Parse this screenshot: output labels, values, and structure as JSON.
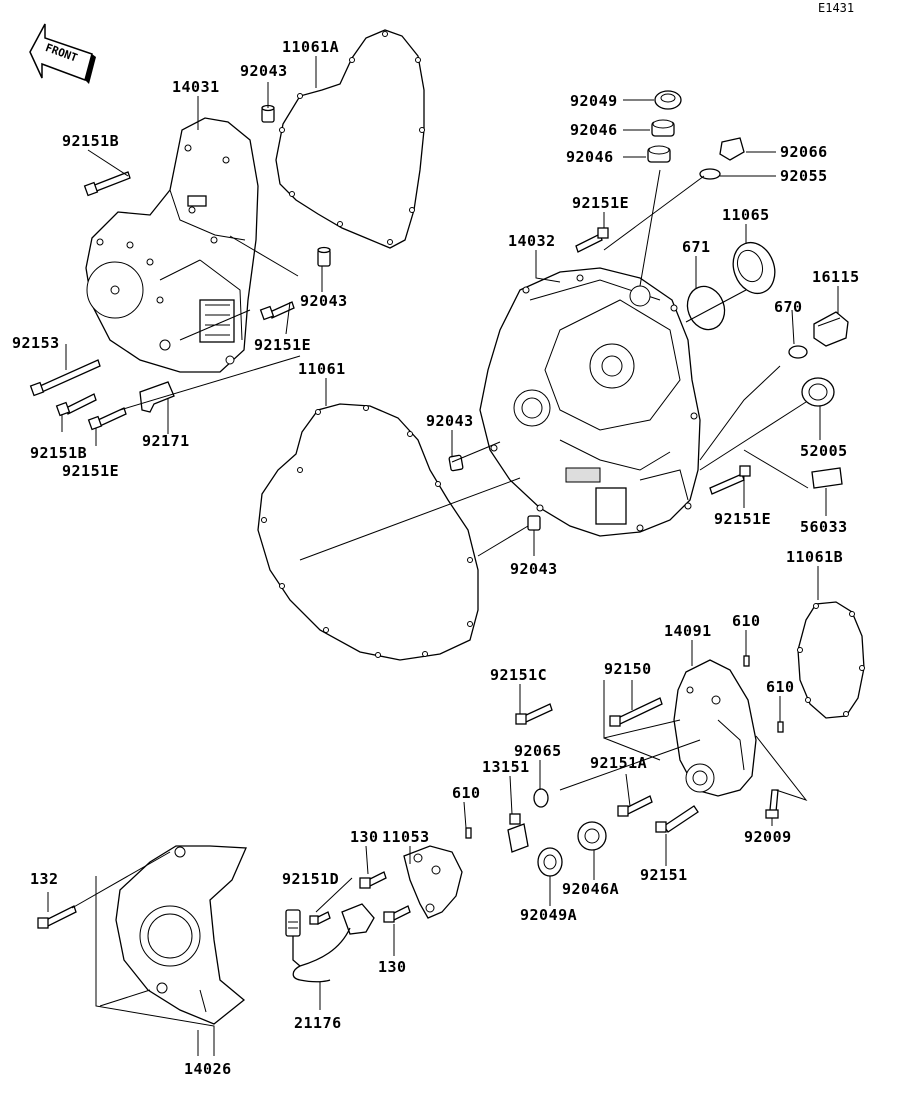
{
  "diagram_code": "E1431",
  "front_label": "FRONT",
  "labels": {
    "p11061A": "11061A",
    "p92043_top": "92043",
    "p14031": "14031",
    "p92151B_top": "92151B",
    "p92043_mid": "92043",
    "p92151E_left": "92151E",
    "p92153": "92153",
    "p92151B_low": "92151B",
    "p92151E_low": "92151E",
    "p92171": "92171",
    "p92049": "92049",
    "p92046_a": "92046",
    "p92046_b": "92046",
    "p92066": "92066",
    "p92055": "92055",
    "p92151E_top": "92151E",
    "p14032": "14032",
    "p671": "671",
    "p11065": "11065",
    "p16115": "16115",
    "p670": "670",
    "p11061": "11061",
    "p92043_c": "92043",
    "p52005": "52005",
    "p92151E_right": "92151E",
    "p56033": "56033",
    "p92043_d": "92043",
    "p11061B": "11061B",
    "p14091": "14091",
    "p610_a": "610",
    "p92151C": "92151C",
    "p92150": "92150",
    "p610_b": "610",
    "p92065": "92065",
    "p13151": "13151",
    "p92151A": "92151A",
    "p11053": "11053",
    "p610_c": "610",
    "p130_a": "130",
    "p92151D": "92151D",
    "p132": "132",
    "p92049A": "92049A",
    "p92046A": "92046A",
    "p92151": "92151",
    "p92009": "92009",
    "p130_b": "130",
    "p21176": "21176",
    "p14026": "14026"
  }
}
